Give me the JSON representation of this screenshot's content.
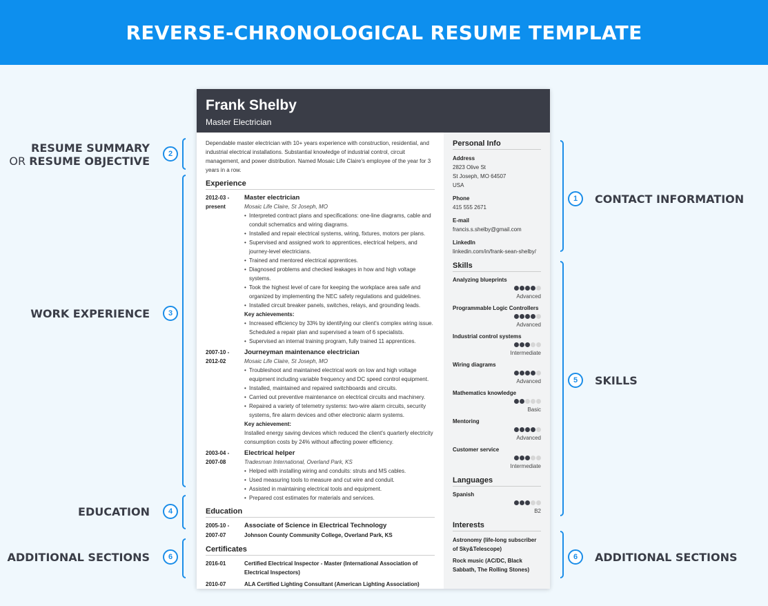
{
  "banner": {
    "title": "REVERSE-CHRONOLOGICAL RESUME TEMPLATE"
  },
  "annotations": {
    "summary_line1": "RESUME SUMMARY",
    "summary_or": "OR ",
    "summary_line2": "RESUME OBJECTIVE",
    "work": "WORK EXPERIENCE",
    "education": "EDUCATION",
    "additional_left": "ADDITIONAL SECTIONS",
    "contact": "CONTACT INFORMATION",
    "skills": "SKILLS",
    "additional_right": "ADDITIONAL SECTIONS",
    "num_summary": "2",
    "num_work": "3",
    "num_education": "4",
    "num_additional_left": "6",
    "num_contact": "1",
    "num_skills": "5",
    "num_additional_right": "6"
  },
  "resume": {
    "name": "Frank Shelby",
    "role": "Master Electrician",
    "summary": "Dependable master electrician with 10+ years experience with construction, residential, and industrial electrical installations. Substantial knowledge of industrial control, circuit management, and power distribution. Named Mosaic Life Claire's employee of the year for 3 years in a row.",
    "experience_title": "Experience",
    "jobs": [
      {
        "date1": "2012-03 -",
        "date2": "present",
        "title": "Master electrician",
        "company": "Mosaic Life Claire, St Joseph, MO",
        "bullets": [
          "Interpreted contract plans and specifications: one-line diagrams, cable and conduit schematics and wiring diagrams.",
          "Installed and repair electrical systems, wiring, fixtures, motors per plans.",
          "Supervised and assigned work to apprentices, electrical helpers, and journey-level electricians.",
          "Trained and mentored electrical apprentices.",
          "Diagnosed problems and checked leakages in how and high voltage systems.",
          "Took the highest level of care for keeping the workplace area safe and organized by implementing the NEC safety regulations and guidelines.",
          "Installed circuit breaker panels, switches, relays, and grounding leads."
        ],
        "key_heading": "Key achievements:",
        "key_bullets": [
          "Increased efficiency by 33% by identifying our client's complex wiring issue. Scheduled a repair plan and supervised a team of 6 specialists.",
          "Supervised an internal training program, fully trained 11 apprentices."
        ]
      },
      {
        "date1": "2007-10 -",
        "date2": "2012-02",
        "title": "Journeyman maintenance electrician",
        "company": "Mosaic Life Claire, St Joseph, MO",
        "bullets": [
          "Troubleshoot and maintained electrical work on low and high voltage equipment including variable frequency and DC speed control equipment.",
          "Installed, maintained and repaired switchboards and circuits.",
          "Carried out preventive maintenance on electrical circuits and machinery.",
          "Repaired a variety of telemetry systems: two-wire alarm circuits, security systems, fire alarm devices and other electronic alarm systems."
        ],
        "key_heading": "Key achievement:",
        "key_text": "Installed energy saving devices which reduced the client's quarterly electricity consumption costs by 24% without affecting power efficiency."
      },
      {
        "date1": "2003-04 -",
        "date2": "2007-08",
        "title": "Electrical helper",
        "company": "Tradesman International, Overland Park, KS",
        "bullets": [
          "Helped with installing wiring and conduits: struts and MS cables.",
          "Used measuring tools to measure and cut wire and conduit.",
          "Assisted in maintaining electrical tools and equipment.",
          "Prepared cost estimates for materials and services."
        ]
      }
    ],
    "education_title": "Education",
    "education": {
      "date1": "2005-10 -",
      "date2": "2007-07",
      "degree": "Associate of Science in Electrical Technology",
      "school": "Johnson County Community College, Overland Park, KS"
    },
    "certificates_title": "Certificates",
    "certificates": [
      {
        "date": "2016-01",
        "name": "Certified Electrical Inspector - Master (International Association of Electrical Inspectors)"
      },
      {
        "date": "2010-07",
        "name": "ALA Certified Lighting Consultant (American Lighting Association)"
      }
    ],
    "personal_title": "Personal Info",
    "address_label": "Address",
    "address_lines": [
      "2823 Olive St",
      "St Joseph, MO 64507",
      "USA"
    ],
    "phone_label": "Phone",
    "phone": "415 555 2671",
    "email_label": "E-mail",
    "email": "francis.s.shelby@gmail.com",
    "linkedin_label": "LinkedIn",
    "linkedin": "linkedin.com/in/frank-sean-shelby/",
    "skills_title": "Skills",
    "skills": [
      {
        "name": "Analyzing blueprints",
        "rating": 4,
        "level": "Advanced"
      },
      {
        "name": "Programmable Logic Controllers",
        "rating": 4,
        "level": "Advanced"
      },
      {
        "name": "Industrial control systems",
        "rating": 3,
        "level": "Intermediate"
      },
      {
        "name": "Wiring diagrams",
        "rating": 4,
        "level": "Advanced"
      },
      {
        "name": "Mathematics knowledge",
        "rating": 2,
        "level": "Basic"
      },
      {
        "name": "Mentoring",
        "rating": 4,
        "level": "Advanced"
      },
      {
        "name": "Customer service",
        "rating": 3,
        "level": "Intermediate"
      }
    ],
    "languages_title": "Languages",
    "languages": [
      {
        "name": "Spanish",
        "rating": 3,
        "level": "B2"
      }
    ],
    "interests_title": "Interests",
    "interests": [
      "Astronomy (life-long subscriber of Sky&Telescope)",
      "Rock music (AC/DC, Black Sabbath, The Rolling Stones)"
    ]
  },
  "colors": {
    "banner": "#0d8fee",
    "accent": "#1a8de8",
    "dark": "#3a3d47"
  }
}
